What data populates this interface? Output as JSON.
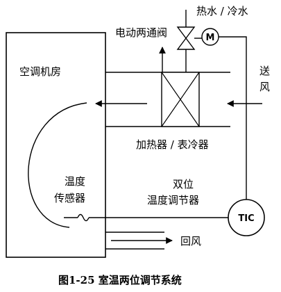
{
  "diagram": {
    "room_label": "空调机房",
    "valve_label": "电动两通阀",
    "water_label": "热水 / 冷水",
    "supply_air_label_1": "送",
    "supply_air_label_2": "风",
    "coil_label": "加热器 / 表冷器",
    "sensor_label_1": "温度",
    "sensor_label_2": "传感器",
    "controller_label_1": "双位",
    "controller_label_2": "温度调节器",
    "controller_tag": "TIC",
    "motor_tag": "M",
    "return_air_label": "回风",
    "caption": "图1-25 室温两位调节系统"
  }
}
